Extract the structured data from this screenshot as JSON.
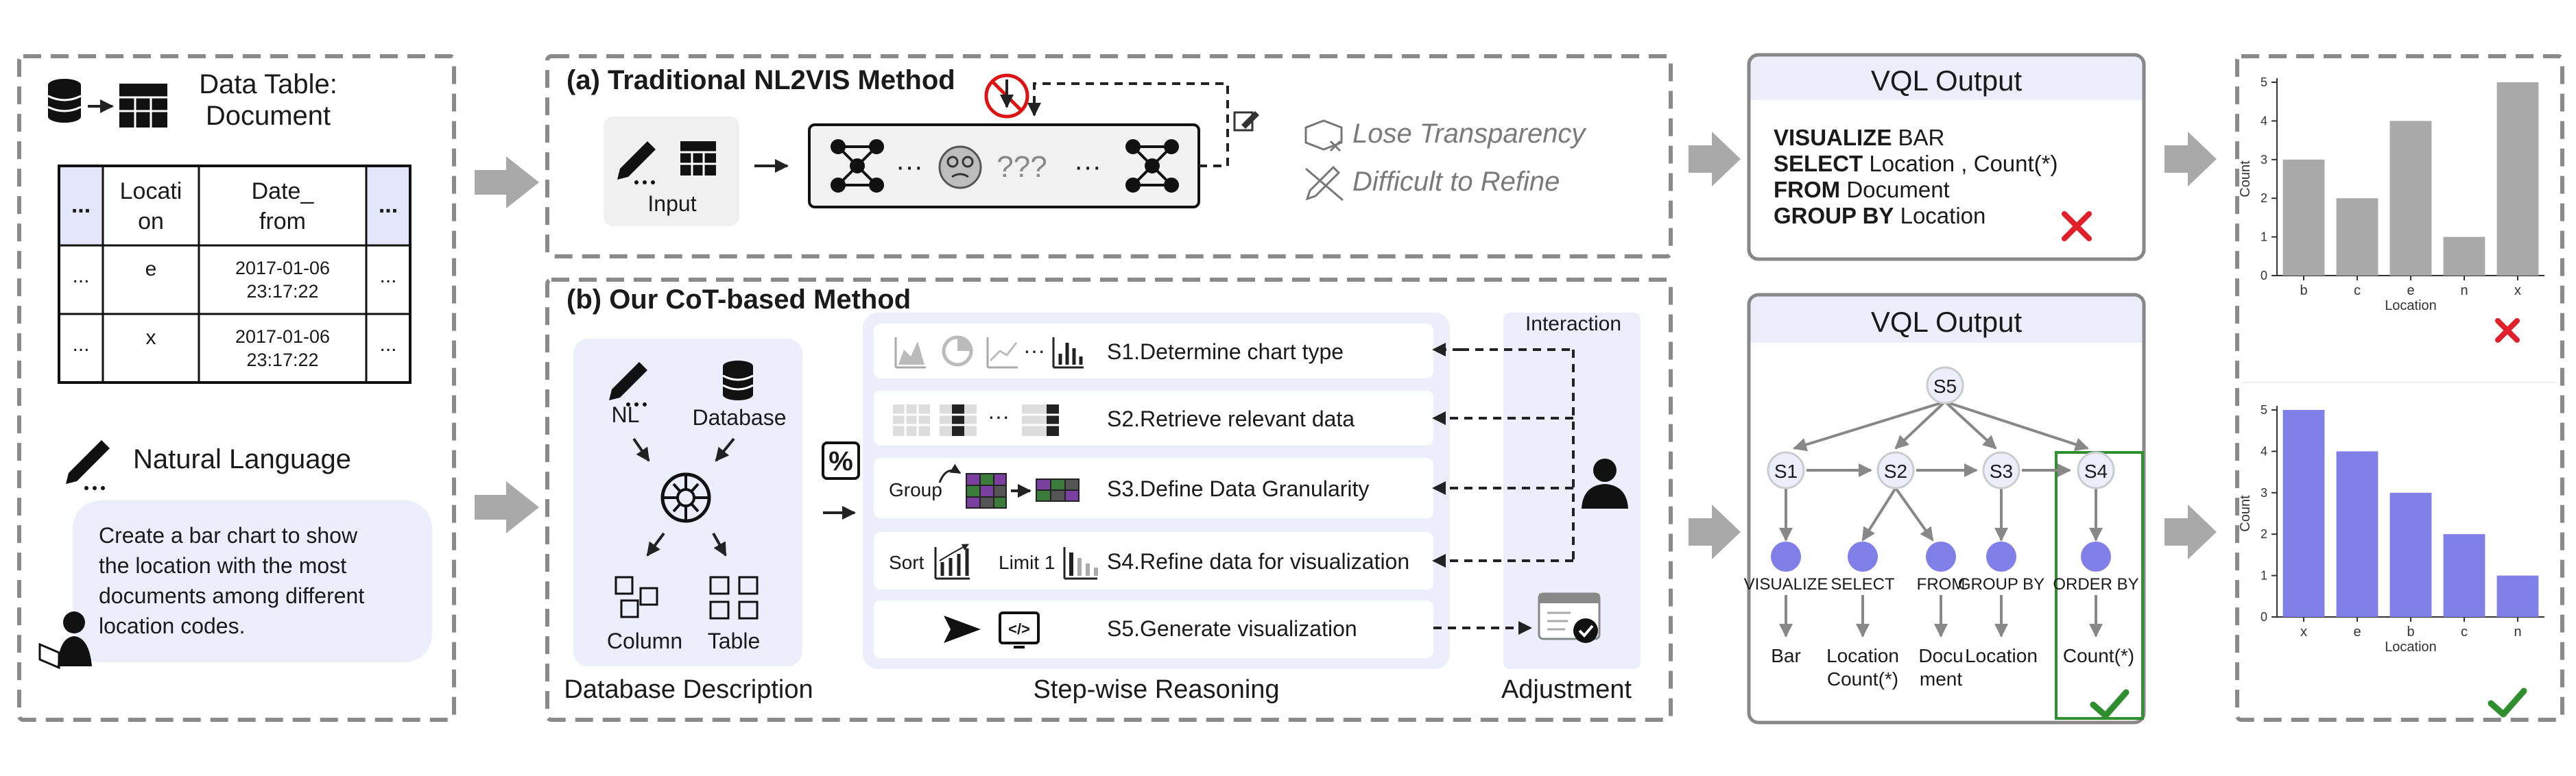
{
  "colors": {
    "node_blue": "#8080e8",
    "panel_blue": "#eceefb",
    "gray_bar": "#a9a9a9",
    "green": "#2f8f2f",
    "red": "#e0202a",
    "purple": "#7b3fa0"
  },
  "left": {
    "table_title_1": "Data Table:",
    "table_title_2": "Document",
    "header": [
      "...",
      "Locati",
      "on",
      "Date_",
      "from",
      "..."
    ],
    "rows": [
      {
        "c0": "...",
        "c1": "e",
        "d1": "2017-01-06",
        "d2": "23:17:22",
        "c3": "..."
      },
      {
        "c0": "...",
        "c1": "x",
        "d1": "2017-01-06",
        "d2": "23:17:22",
        "c3": "..."
      }
    ],
    "nl_title": "Natural Language",
    "nl_lines": [
      "Create a bar chart to show",
      "the location with the most",
      "documents among different",
      "location codes."
    ]
  },
  "trad": {
    "title": "(a) Traditional NL2VIS Method",
    "input_label": "Input",
    "dots": "···",
    "qqq": "???",
    "lose": "Lose Transparency",
    "difficult": "Difficult  to Refine"
  },
  "cot": {
    "title": "(b) Our CoT-based Method",
    "nl_label": "NL",
    "db_label": "Database",
    "column_label": "Column",
    "table_label": "Table",
    "db_desc": "Database Description",
    "group_label": "Group",
    "sort_label": "Sort",
    "limit_label": "Limit 1",
    "steps": [
      "S1.Determine chart type",
      "S2.Retrieve relevant data",
      "S3.Define Data Granularity",
      "S4.Refine data for visualization",
      "S5.Generate visualization"
    ],
    "stepwise": "Step-wise Reasoning",
    "interaction": "Interaction",
    "adjustment": "Adjustment"
  },
  "vql1": {
    "title": "VQL Output",
    "lines": [
      {
        "kw": "VISUALIZE",
        "rest": " BAR"
      },
      {
        "kw": "SELECT",
        "rest": " Location , Count(*)"
      },
      {
        "kw": "FROM",
        "rest": " Document"
      },
      {
        "kw": "GROUP BY",
        "rest": " Location"
      }
    ]
  },
  "vql2": {
    "title": "VQL Output",
    "nodes": [
      "S5",
      "S1",
      "S2",
      "S3",
      "S4"
    ],
    "labels": [
      "VISUALIZE",
      "SELECT",
      "FROM",
      "GROUP BY",
      "ORDER BY"
    ],
    "values": [
      [
        "Bar"
      ],
      [
        "Location",
        "Count(*)"
      ],
      [
        "Docu",
        "ment"
      ],
      [
        "Location"
      ],
      [
        "Count(*)"
      ]
    ]
  },
  "chart_data": [
    {
      "type": "bar",
      "categories": [
        "b",
        "c",
        "e",
        "n",
        "x"
      ],
      "values": [
        3,
        2,
        4,
        1,
        5
      ],
      "xlabel": "Location",
      "ylabel": "Count",
      "ylim": [
        0,
        5
      ],
      "yticks": [
        "0",
        "1",
        "2",
        "3",
        "4",
        "5"
      ],
      "color": "#a9a9a9"
    },
    {
      "type": "bar",
      "categories": [
        "x",
        "e",
        "b",
        "c",
        "n"
      ],
      "values": [
        5,
        4,
        3,
        2,
        1
      ],
      "xlabel": "Location",
      "ylabel": "Count",
      "ylim": [
        0,
        5
      ],
      "yticks": [
        "0",
        "1",
        "2",
        "3",
        "4",
        "5"
      ],
      "color": "#8080e8"
    }
  ]
}
